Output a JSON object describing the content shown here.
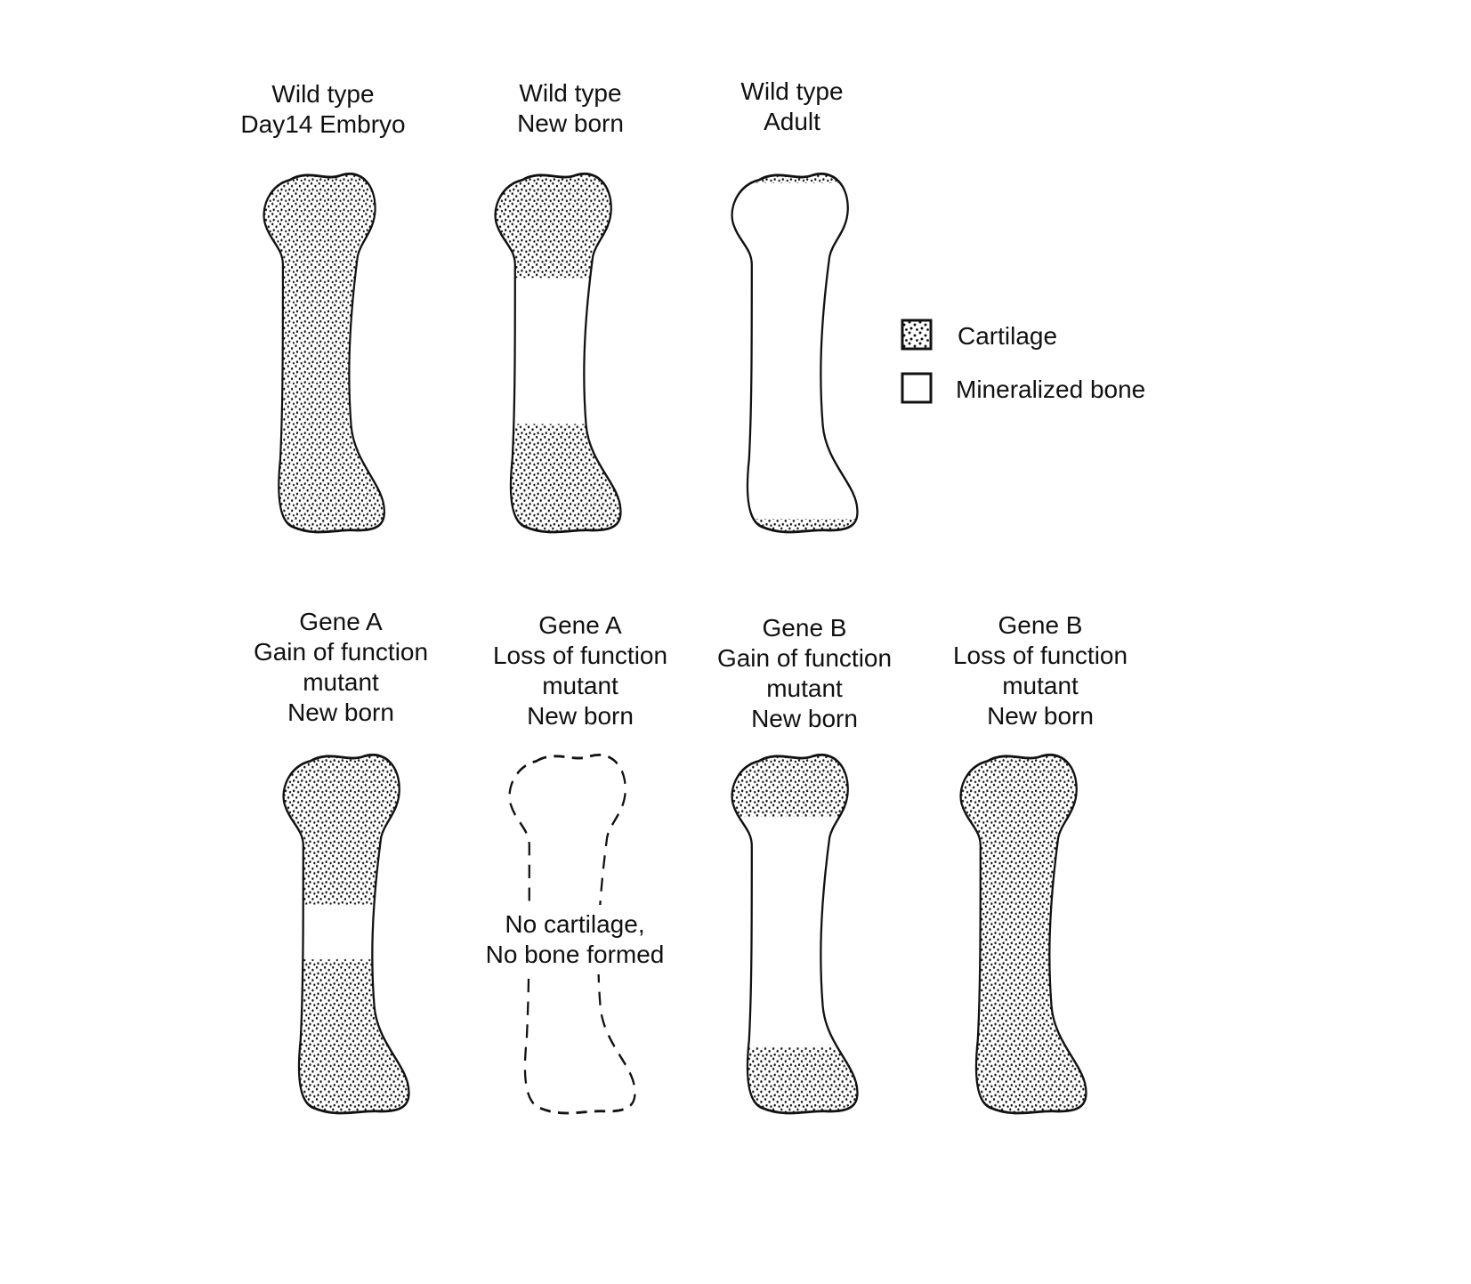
{
  "panels": [
    {
      "id": "wt-embryo",
      "label_lines": [
        "Wild type",
        "Day14 Embryo"
      ],
      "cartilage_fraction": 1.0,
      "dashed": false
    },
    {
      "id": "wt-newborn",
      "label_lines": [
        "Wild type",
        "New born"
      ],
      "cartilage_fraction": 0.6,
      "dashed": false
    },
    {
      "id": "wt-adult",
      "label_lines": [
        "Wild type",
        "Adult"
      ],
      "cartilage_fraction": 0.08,
      "dashed": false
    },
    {
      "id": "gene-a-gain",
      "label_lines": [
        "Gene A",
        "Gain of function",
        "mutant",
        "New born"
      ],
      "cartilage_fraction": 0.85,
      "dashed": false
    },
    {
      "id": "gene-a-loss",
      "label_lines": [
        "Gene A",
        "Loss of function",
        "mutant",
        "New born"
      ],
      "cartilage_fraction": 0,
      "dashed": true,
      "inner_text_lines": [
        "No cartilage,",
        "No bone formed"
      ]
    },
    {
      "id": "gene-b-gain",
      "label_lines": [
        "Gene B",
        "Gain of function",
        "mutant",
        "New born"
      ],
      "cartilage_fraction": 0.37,
      "dashed": false
    },
    {
      "id": "gene-b-loss",
      "label_lines": [
        "Gene B",
        "Loss of function",
        "mutant",
        "New born"
      ],
      "cartilage_fraction": 1.0,
      "dashed": false
    }
  ],
  "legend": {
    "cartilage": "Cartilage",
    "mineralized_bone": "Mineralized bone"
  },
  "colors": {
    "ink": "#111111",
    "background": "#ffffff"
  }
}
